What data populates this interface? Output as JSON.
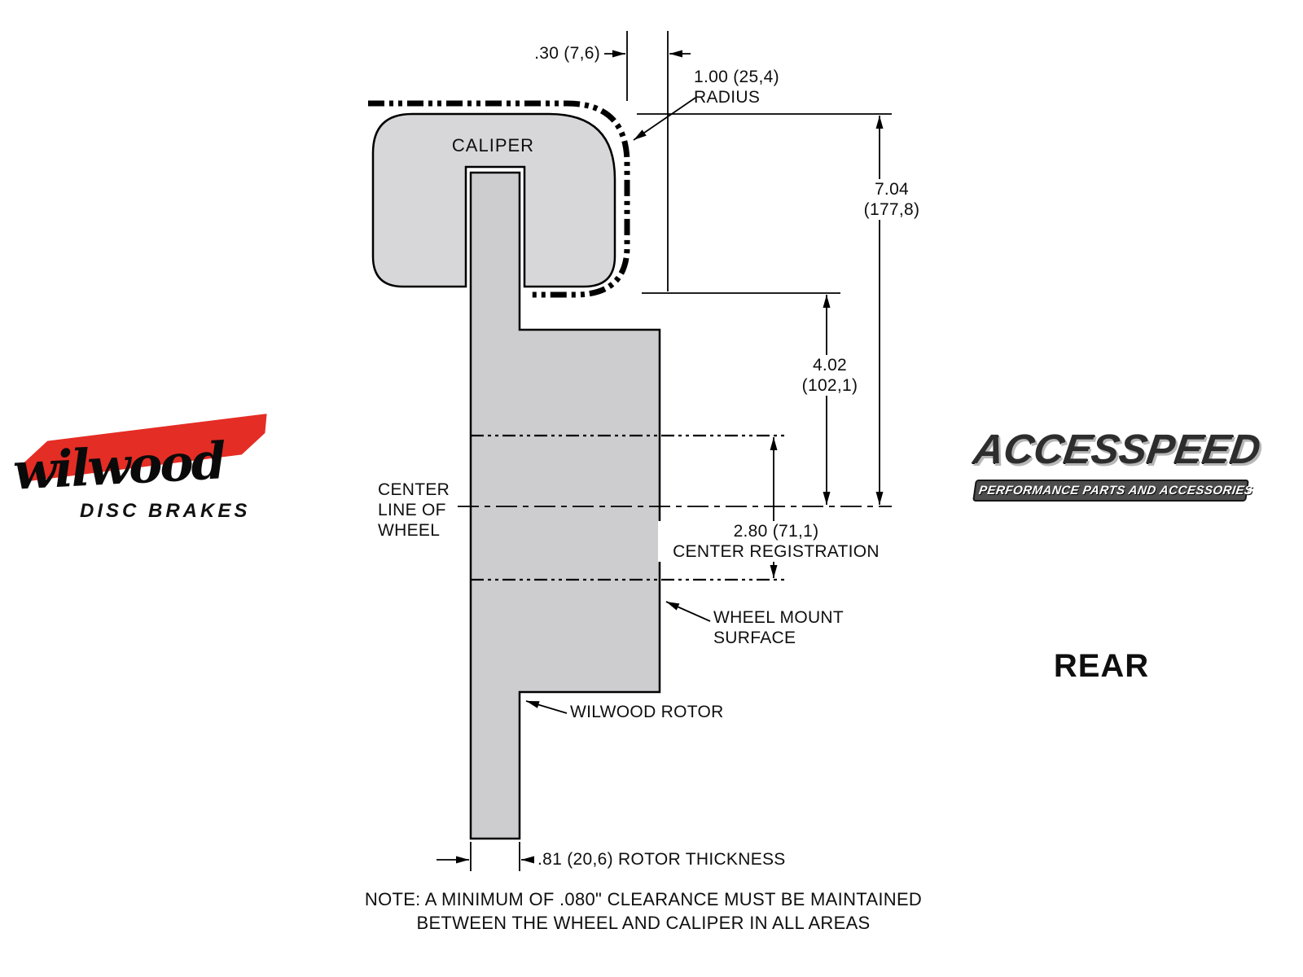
{
  "branding": {
    "wilwood": {
      "script": "wilwood",
      "subtitle": "DISC BRAKES",
      "accent": "#e32219"
    },
    "accesspeed": {
      "title": "ACCESSPEED",
      "subtitle": "PERFORMANCE PARTS AND ACCESSORIES"
    },
    "position": "REAR"
  },
  "diagram": {
    "caliper": "CALIPER",
    "dims": {
      "clearance_top": ".30 (7,6)",
      "radius": "1.00 (25,4)\nRADIUS",
      "overall_height": "7.04\n(177,8)",
      "caliper_to_center": "4.02\n(102,1)",
      "center_registration": "2.80 (71,1)\nCENTER REGISTRATION",
      "rotor_thickness": ".81 (20,6) ROTOR THICKNESS"
    },
    "labels": {
      "center_line": "CENTER\nLINE OF\nWHEEL",
      "wheel_mount": "WHEEL MOUNT\nSURFACE",
      "rotor": "WILWOOD ROTOR"
    },
    "note": "NOTE: A MINIMUM OF .080\" CLEARANCE MUST BE MAINTAINED\nBETWEEN THE WHEEL AND CALIPER IN ALL AREAS",
    "colors": {
      "part_fill": "#d3d3d6",
      "line": "#000000"
    }
  }
}
